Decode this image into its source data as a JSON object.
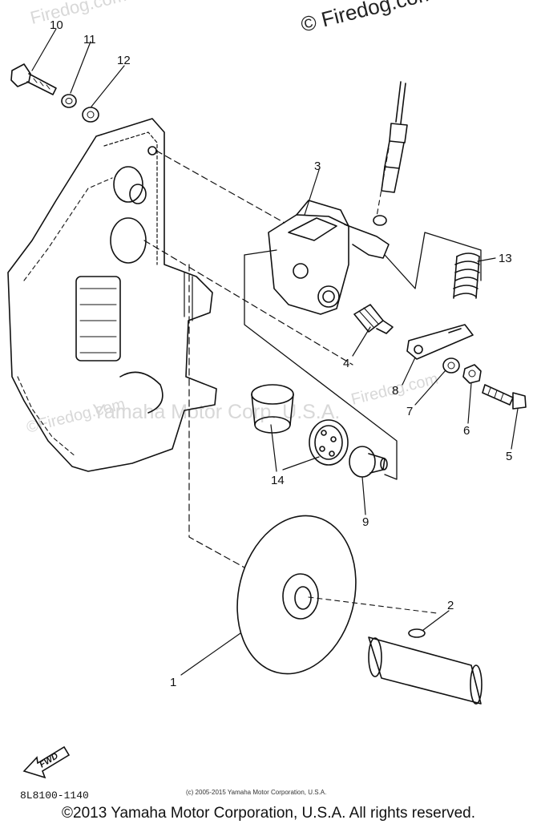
{
  "watermarks": {
    "top_right": "© Firedog.com",
    "top_faint": "Firedog.com",
    "center": "Yamaha Motor Corp. U.S.A.",
    "left_faint": "©Firedog.com",
    "right_faint": "Firedog.com"
  },
  "callouts": {
    "c1": "1",
    "c2": "2",
    "c3": "3",
    "c4": "4",
    "c5": "5",
    "c6": "6",
    "c7": "7",
    "c8": "8",
    "c9": "9",
    "c10": "10",
    "c11": "11",
    "c12": "12",
    "c13": "13",
    "c14": "14"
  },
  "fwd_label": "FWD",
  "diagram_code": "8L8100-1140",
  "small_copyright": "(c) 2005-2015 Yamaha Motor Corporation, U.S.A.",
  "footer_copyright": "©2013 Yamaha Motor Corporation, U.S.A. All rights reserved."
}
